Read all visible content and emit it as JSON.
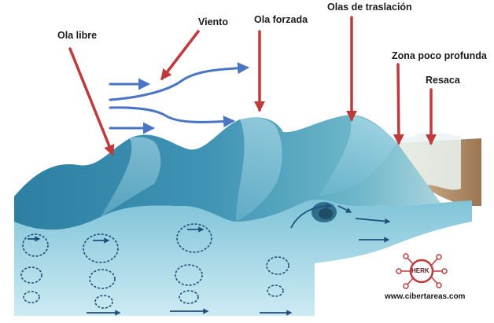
{
  "labels": {
    "ola_libre": "Ola libre",
    "viento": "Viento",
    "ola_forzada": "Ola forzada",
    "olas_traslacion": "Olas de traslación",
    "zona_poco_profunda": "Zona poco profunda",
    "resaca": "Resaca"
  },
  "logo": {
    "text": "HERK"
  },
  "website": "www.cibertareas.com",
  "colors": {
    "wind_arrow": "#4a74c4",
    "pointer_arrow": "#c0393b",
    "water_dark": "#3f8fae",
    "water_light": "#bfe3ee",
    "sand": "#b4906a"
  }
}
